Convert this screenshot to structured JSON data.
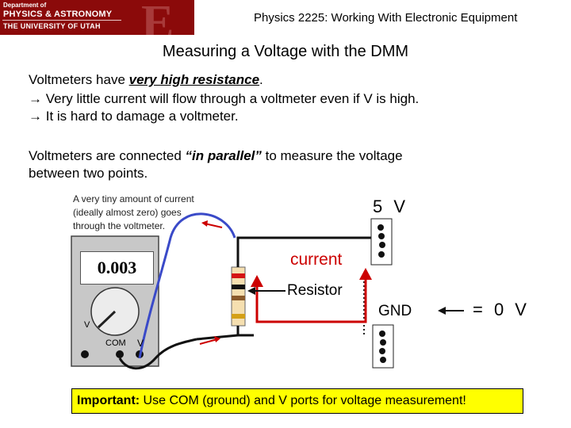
{
  "header": {
    "logo_line1": "Department of",
    "logo_line2": "PHYSICS & ASTRONOMY",
    "logo_line3": "THE UNIVERSITY OF UTAH",
    "logo_letter": "E",
    "course_title": "Physics 2225: Working With Electronic Equipment"
  },
  "slide": {
    "heading": "Measuring a Voltage with the DMM",
    "line1_pre": "Voltmeters have ",
    "line1_emph": "very high resistance",
    "line1_post": ".",
    "line2": "→ Very little current will flow through a voltmeter even if V is high.",
    "line3": "→  It is hard to damage a voltmeter.",
    "line4_pre": "Voltmeters are connected ",
    "line4_emph": "“in parallel”",
    "line4_post": " to measure the voltage",
    "line5": "between two points."
  },
  "diagram": {
    "tiny_note_1": "A very tiny amount of current",
    "tiny_note_2": "(ideally almost zero) goes",
    "tiny_note_3": "through the voltmeter.",
    "label_5v": "5 V",
    "label_current": "current",
    "label_resistor": "Resistor",
    "label_gnd": "GND",
    "label_zero": "= 0 V",
    "meter_reading": "0.003",
    "meter_dial_label": "V",
    "port_com": "COM",
    "port_v": "V",
    "colors": {
      "current": "#cc0000",
      "wire_blue": "#3a4ac8",
      "meter_body": "#c8c8c8"
    }
  },
  "footer": {
    "important_label": "Important:",
    "important_text": " Use COM (ground) and V ports for voltage measurement!",
    "box_color": "#ffff00"
  }
}
